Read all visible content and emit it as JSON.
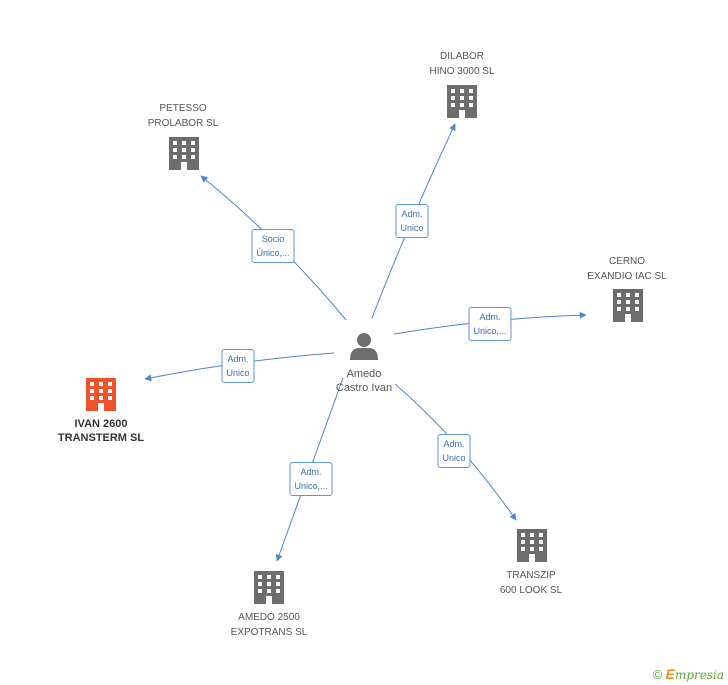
{
  "center": {
    "name_line1": "Amedo",
    "name_line2": "Castro Ivan",
    "icon": "person-icon"
  },
  "companies": [
    {
      "id": "dilabor",
      "line1": "DILABOR",
      "line2": "HINO 3000 SL",
      "highlight": false,
      "icon": "building-icon"
    },
    {
      "id": "petesso",
      "line1": "PETESSO",
      "line2": "PROLABOR SL",
      "highlight": false,
      "icon": "building-icon"
    },
    {
      "id": "cerno",
      "line1": "CERNO",
      "line2": "EXANDIO IAC SL",
      "highlight": false,
      "icon": "building-icon"
    },
    {
      "id": "ivan",
      "line1": "IVAN 2600",
      "line2": "TRANSTERM SL",
      "highlight": true,
      "icon": "building-icon"
    },
    {
      "id": "transzip",
      "line1": "TRANSZIP",
      "line2": "600 LOOK SL",
      "highlight": false,
      "icon": "building-icon"
    },
    {
      "id": "amedo2500",
      "line1": "AMEDO 2500",
      "line2": "EXPOTRANS SL",
      "highlight": false,
      "icon": "building-icon"
    }
  ],
  "relations": [
    {
      "to": "dilabor",
      "line1": "Adm.",
      "line2": "Unico"
    },
    {
      "to": "petesso",
      "line1": "Socio",
      "line2": "Único,..."
    },
    {
      "to": "cerno",
      "line1": "Adm.",
      "line2": "Unico,..."
    },
    {
      "to": "ivan",
      "line1": "Adm.",
      "line2": "Unico"
    },
    {
      "to": "transzip",
      "line1": "Adm.",
      "line2": "Unico"
    },
    {
      "to": "amedo2500",
      "line1": "Adm.",
      "line2": "Unico,..."
    }
  ],
  "colors": {
    "edge": "#4a87d0",
    "building": "#6d6d6d",
    "building_highlight": "#f0532b",
    "person": "#6d6d6d"
  },
  "footer": {
    "copyright": "©",
    "brand_initial": "E",
    "brand_rest": "mpresia"
  }
}
